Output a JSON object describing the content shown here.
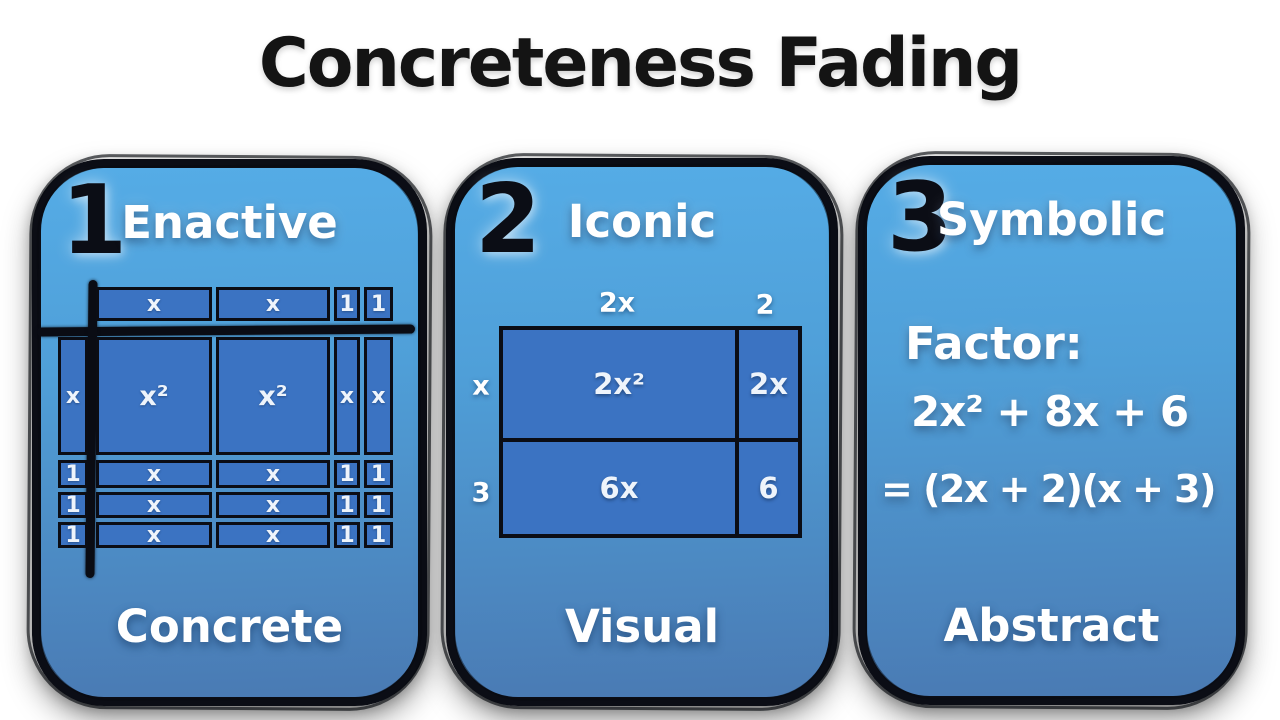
{
  "title": "Concreteness Fading",
  "colors": {
    "card_gradient_top": "#55ACE6",
    "card_gradient_bottom": "#4A7AB3",
    "tile_fill": "#3B73C2",
    "outline": "#0B0D15",
    "text_light": "#FFFFFF",
    "title_text": "#141414"
  },
  "panels": [
    {
      "number": "1",
      "heading": "Enactive",
      "footer": "Concrete",
      "tiles": {
        "top_header": [
          "x",
          "x",
          "1",
          "1"
        ],
        "left_header": [
          "x",
          "1",
          "1",
          "1"
        ],
        "rows": [
          [
            "x²",
            "x²",
            "x",
            "x"
          ],
          [
            "x",
            "x",
            "1",
            "1"
          ],
          [
            "x",
            "x",
            "1",
            "1"
          ],
          [
            "x",
            "x",
            "1",
            "1"
          ]
        ]
      }
    },
    {
      "number": "2",
      "heading": "Iconic",
      "footer": "Visual",
      "area_model": {
        "top_labels": [
          "2x",
          "2"
        ],
        "side_labels": [
          "x",
          "3"
        ],
        "cells": [
          [
            "2x²",
            "2x"
          ],
          [
            "6x",
            "6"
          ]
        ]
      }
    },
    {
      "number": "3",
      "heading": "Symbolic",
      "footer": "Abstract",
      "lines": [
        "Factor:",
        "2x² + 8x + 6",
        "= (2x + 2)(x + 3)"
      ]
    }
  ]
}
